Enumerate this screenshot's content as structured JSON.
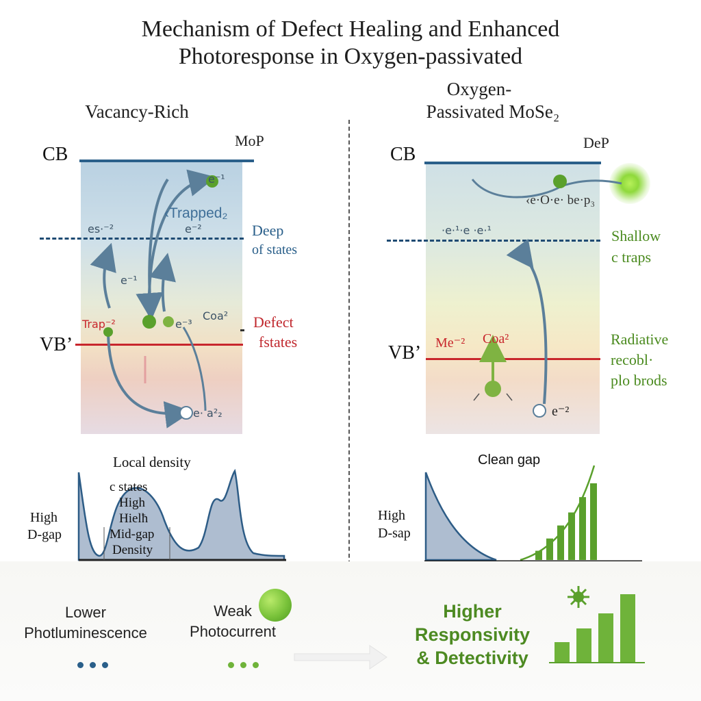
{
  "title": {
    "line1": "Mechanism of Defect Healing and Enhanced",
    "line2": "Photoresponse in Oxygen-passivated"
  },
  "left_panel": {
    "title": "Vacancy-Rich",
    "cb_label": "CB",
    "vb_label": "VB’",
    "top_note": "MoP",
    "trapped_note": "‹Trapped₂",
    "deep_label_1": "Deep",
    "deep_label_2": "of states",
    "defect_label_1": "Defect",
    "defect_label_2": "fstates",
    "carrier_e_top": "e⁻¹",
    "carrier_es": "es·⁻²",
    "carrier_e_mid": "e⁻²",
    "carrier_e_left": "e⁻¹",
    "carrier_trap": "Trap⁻²",
    "carrier_e2": "e⁻³",
    "carrier_coa": "Coa²",
    "carrier_bottom": "e· a²₂",
    "dos_title": "Local density",
    "dos_labels": [
      "c states",
      "High",
      "Hielħ",
      "Mid-gap",
      "Density"
    ],
    "side_label_1": "High",
    "side_label_2": "D-gap"
  },
  "right_panel": {
    "title_1": "Oxygen-",
    "title_2": "Passivated MoSe₂",
    "cb_label": "CB",
    "vb_label": "VB’",
    "top_note": "DeP",
    "cb_carriers": "‹e·O·e· be·p₃",
    "shallow_carriers": "·e·¹·e  ·e·¹",
    "shallow_label_1": "Shallow",
    "shallow_label_2": "c traps",
    "radiative_label_1": "Radiative",
    "radiative_label_2": "recobl·",
    "radiative_label_3": "plo brods",
    "vb_carrier_1": "Me⁻²",
    "vb_carrier_2": "Coa²",
    "carrier_bottom": "e⁻²",
    "dos_title": "Clean gap",
    "side_label_1": "High",
    "side_label_2": "D-sap",
    "bar_values": [
      0.12,
      0.28,
      0.45,
      0.62,
      0.82,
      1.0
    ]
  },
  "bottom": {
    "left_1_line1": "Lower",
    "left_1_line2": "Photluminescence",
    "left_2_line1": "Weak",
    "left_2_line2": "Photocurrent",
    "right_line1": "Higher",
    "right_line2": "Responsivity",
    "right_line3": "& Detectivity",
    "bar_values": [
      0.3,
      0.5,
      0.72,
      1.0
    ]
  },
  "colors": {
    "blue": "#2a5f8a",
    "red": "#c8262c",
    "green": "#5aa02c",
    "dos_fill": "#aebdd0"
  }
}
